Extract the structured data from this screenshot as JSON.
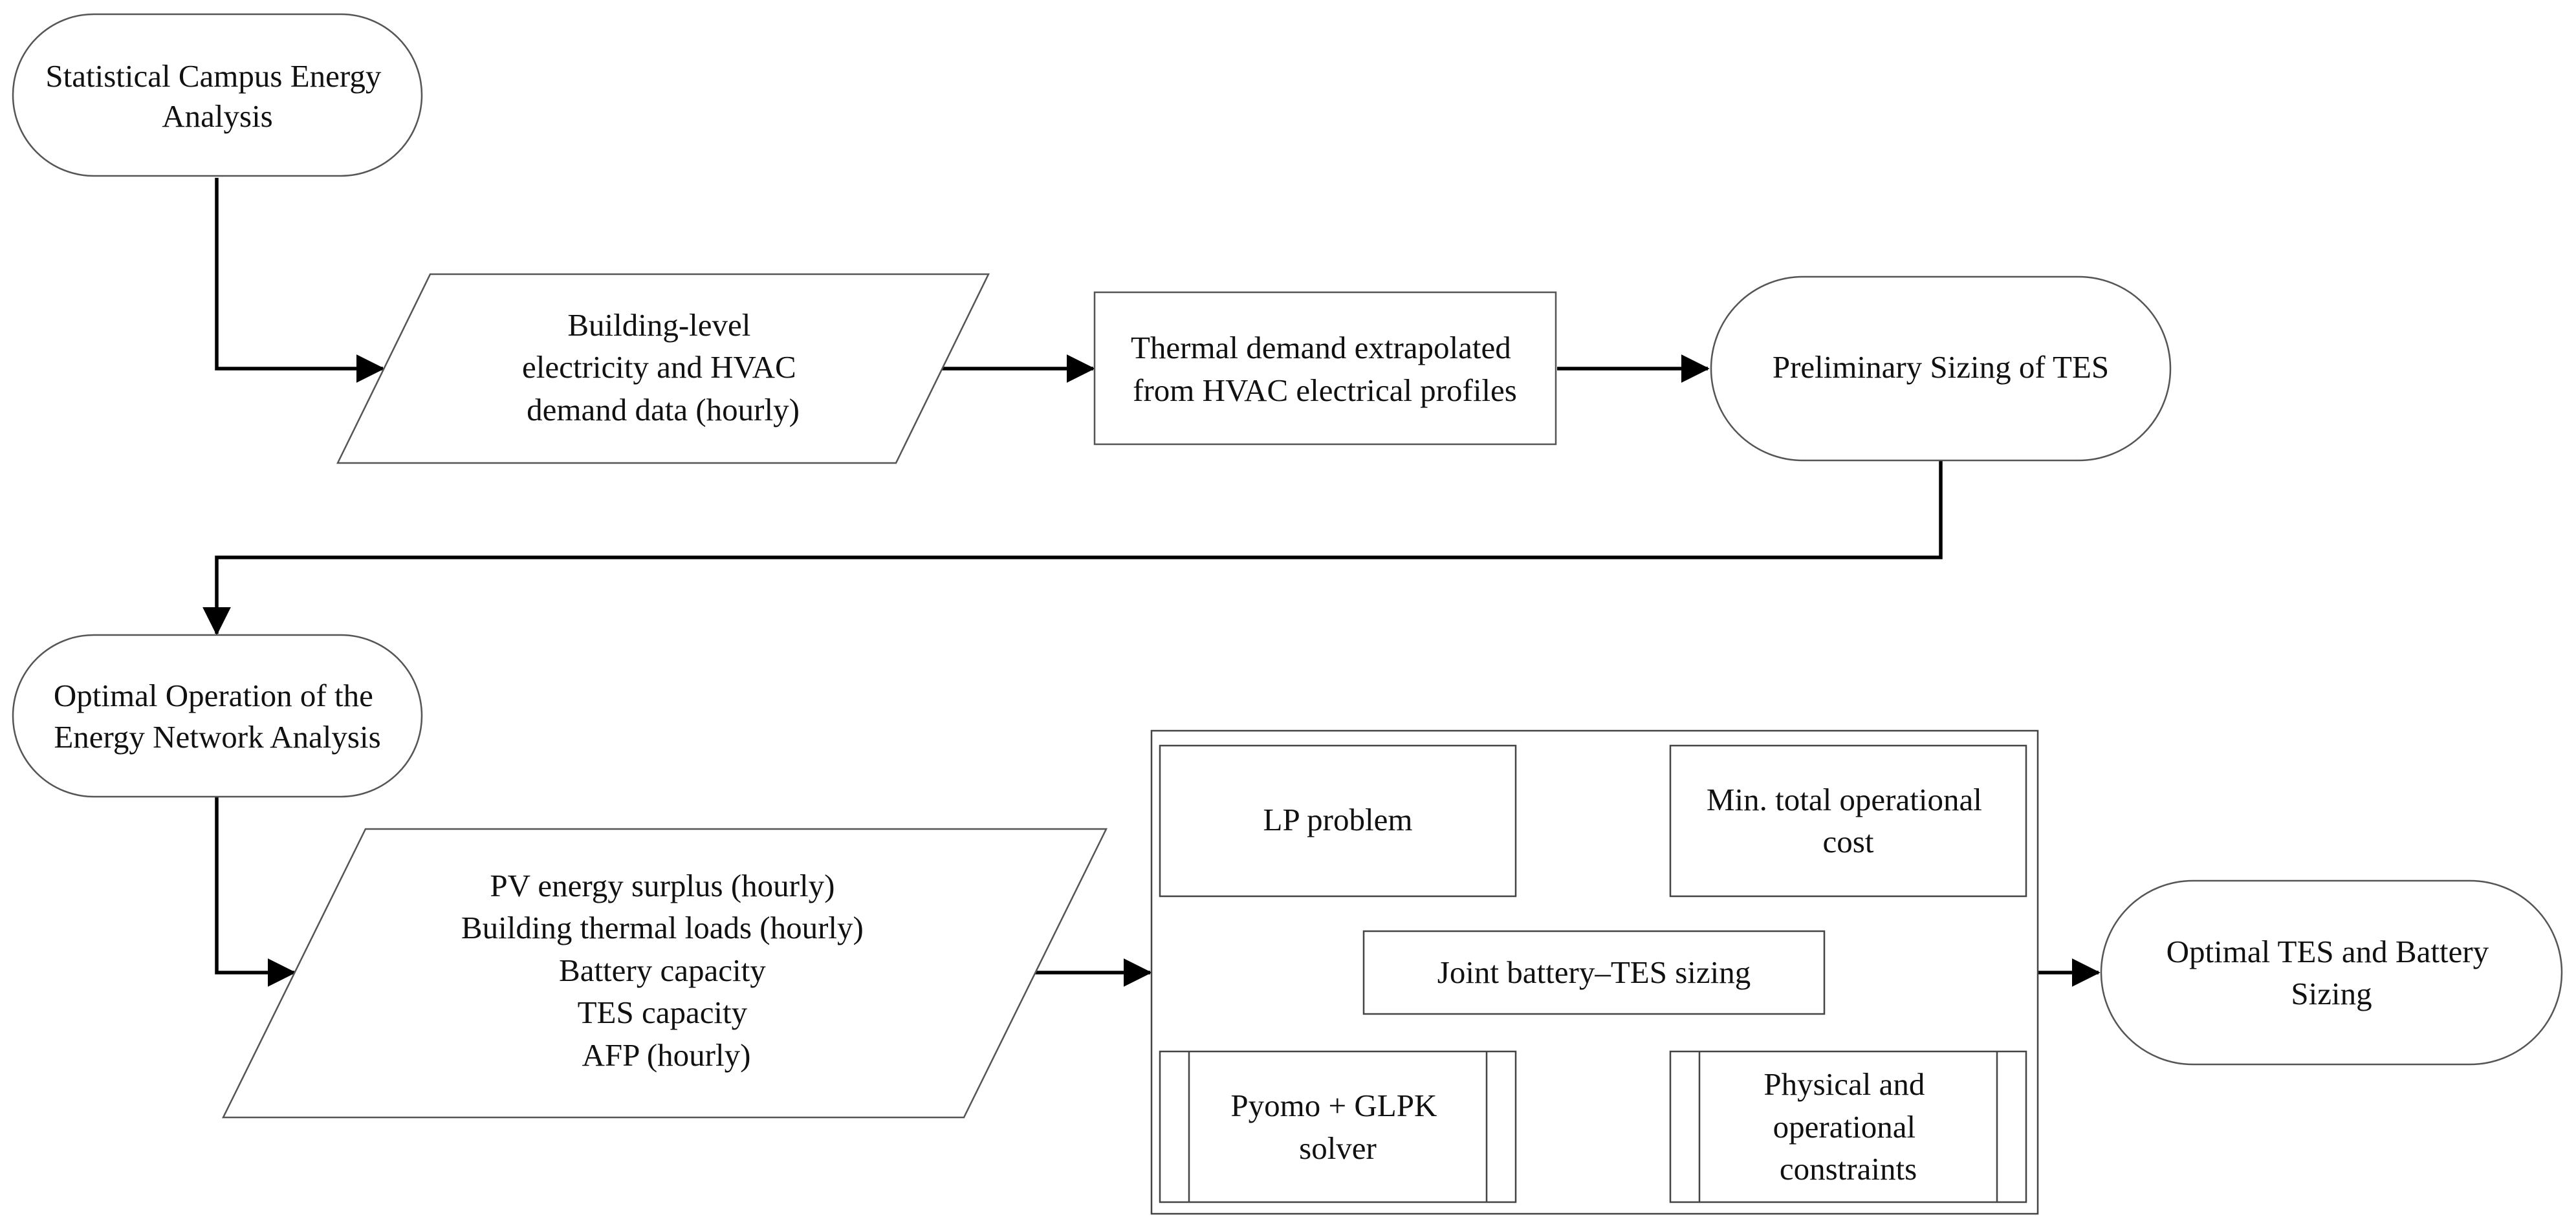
{
  "nodes": {
    "statistical_analysis": [
      "Statistical Campus Energy",
      "Analysis"
    ],
    "building_data": [
      "Building-level",
      "electricity and HVAC",
      "demand data (hourly)"
    ],
    "thermal_demand": [
      "Thermal demand extrapolated",
      "from HVAC electrical profiles"
    ],
    "preliminary_sizing": [
      "Preliminary Sizing of TES"
    ],
    "optimal_operation": [
      "Optimal Operation of the",
      "Energy Network Analysis"
    ],
    "inputs": [
      "PV energy surplus (hourly)",
      "Building thermal loads (hourly)",
      "Battery capacity",
      "TES capacity",
      "AFP (hourly)"
    ],
    "lp_problem": [
      "LP problem"
    ],
    "min_cost": [
      "Min. total operational",
      "cost"
    ],
    "joint_sizing": [
      "Joint battery–TES sizing"
    ],
    "solver": [
      "Pyomo + GLPK",
      "solver"
    ],
    "constraints": [
      "Physical and",
      "operational",
      "constraints"
    ],
    "optimal_sizing": [
      "Optimal TES and Battery",
      "Sizing"
    ]
  }
}
